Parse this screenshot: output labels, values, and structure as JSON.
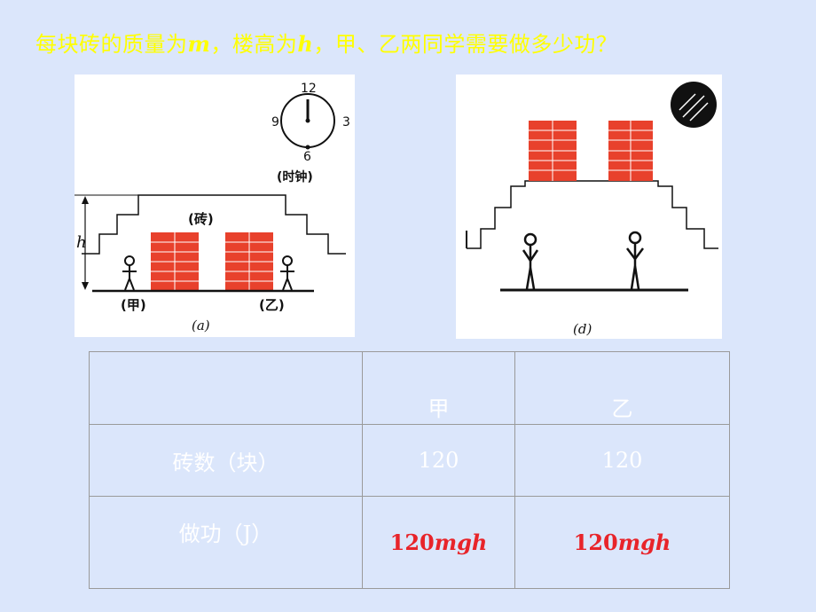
{
  "question": {
    "p1": "每块砖的质量为",
    "var_m": "m",
    "p2": "，楼高为",
    "var_h": "h",
    "p3": "，甲、乙两同学需要做多少功？"
  },
  "figure_a": {
    "clock_12": "12",
    "clock_3": "3",
    "clock_6": "6",
    "clock_9": "9",
    "clock_label": "(时钟)",
    "brick_label": "(砖)",
    "height_label": "h",
    "person_a_label": "(甲)",
    "person_b_label": "(乙)",
    "caption": "(a)"
  },
  "figure_b": {
    "caption": "(d)"
  },
  "table": {
    "header": [
      "",
      "甲",
      "乙"
    ],
    "row_bricks": {
      "label": "砖数（块）",
      "a": "120",
      "b": "120"
    },
    "row_work": {
      "label": "做功（J）",
      "a_num": "120",
      "a_var": "mgh",
      "b_num": "120",
      "b_var": "mgh"
    }
  },
  "colors": {
    "background": "#dbe6fb",
    "question_text": "#ffff00",
    "brick": "#e8412c",
    "answer_red": "#e8242a"
  }
}
